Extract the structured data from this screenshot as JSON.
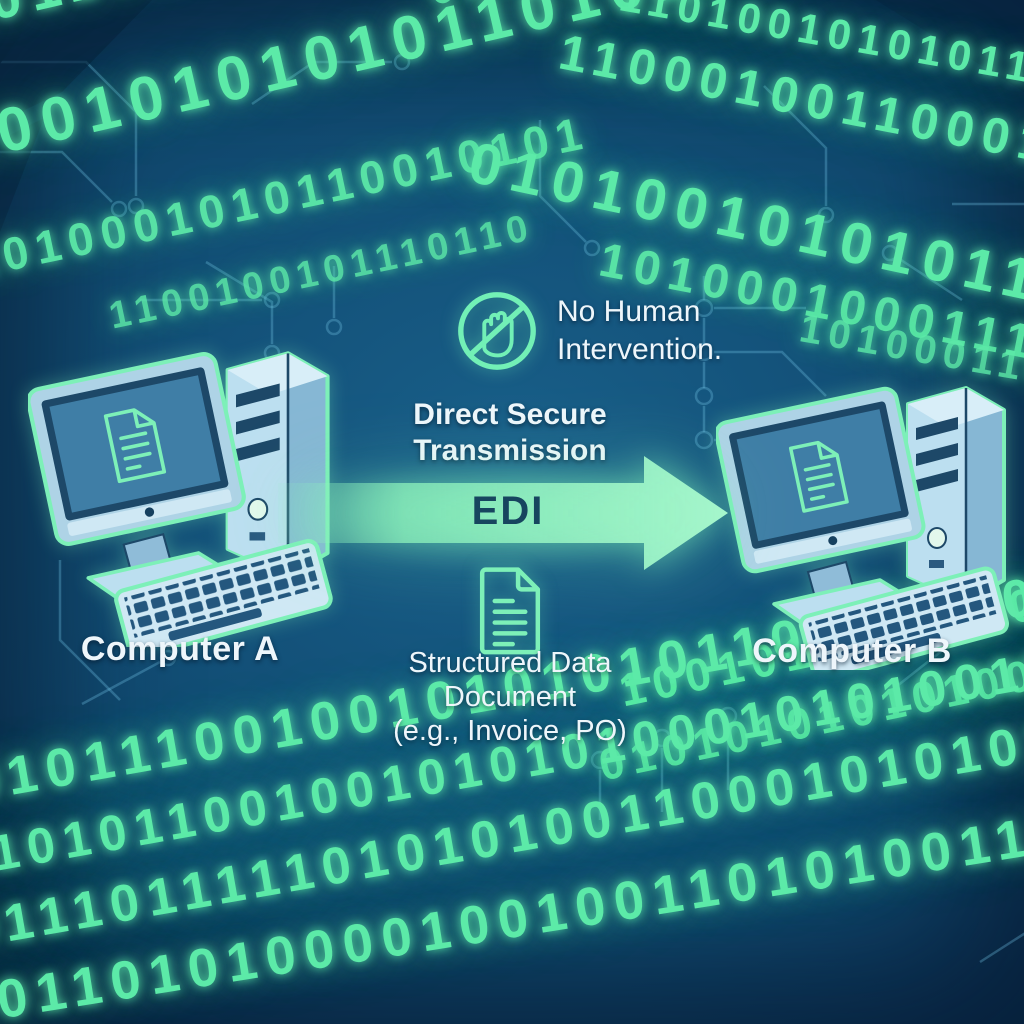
{
  "diagram": {
    "no_human": {
      "line1": "No Human",
      "line2": "Intervention."
    },
    "transmission": {
      "line1": "Direct Secure",
      "line2": "Transmission"
    },
    "arrow_label": "EDI",
    "document_label": {
      "line1": "Structured Data",
      "line2": "Document",
      "line3": "(e.g., Invoice, PO)"
    },
    "computer_a_label": "Computer A",
    "computer_b_label": "Computer B"
  },
  "background": {
    "binary_rows": [
      "10110101011010",
      "0101001101011",
      "01001010101011010111",
      "11010001010110010101",
      "1100100101110110",
      "11010010101011",
      "110001001100011100111",
      "0101001010101101000011010",
      "1010001000111101011",
      "101000110100110",
      "10010101011000101100",
      "0101010101010000101101000110",
      "0010111001001010101011010101000101",
      "0010101100100101010100010101001100010",
      "00111011111010101001100010101010101100011",
      "010110101000010010011010100110111001001111"
    ]
  },
  "colors": {
    "background_center": "#19608a",
    "background_edge": "#092947",
    "binary_green": "#5ceaa8",
    "outline_green": "#7df0b8",
    "arrow_green": "#9bf4c6",
    "edi_text": "#17455f",
    "text_white": "#eef6fb"
  }
}
